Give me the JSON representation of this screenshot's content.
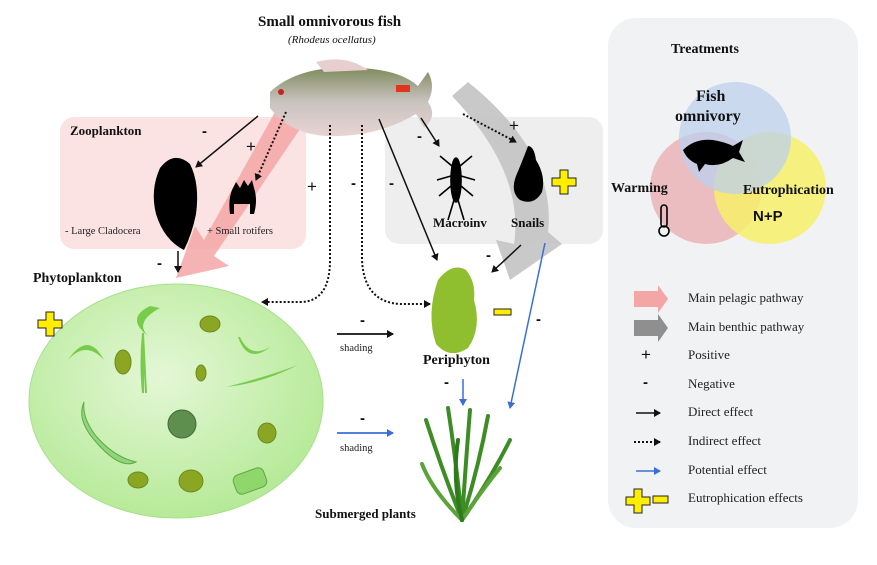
{
  "header": {
    "title": "Small omnivorous fish",
    "subtitle_open": "(",
    "subtitle_species": "Rhodeus ocellatus",
    "subtitle_close": ")"
  },
  "nodes": {
    "zooplankton": {
      "title": "Zooplankton",
      "large_cladocera": "- Large Cladocera",
      "small_rotifers": "+ Small rotifers"
    },
    "benthic": {
      "macroinv": "Macroinv",
      "snails": "Snails"
    },
    "phytoplankton": {
      "title": "Phytoplankton"
    },
    "periphyton": {
      "title": "Periphyton"
    },
    "submerged_plants": {
      "title": "Submerged plants"
    }
  },
  "effects": {
    "fish_to_cladocera": "-",
    "fish_to_rotifers": "+",
    "fish_to_phyto": "+",
    "fish_to_periphyton_indirect": "-",
    "fish_to_periphyton_direct": "-",
    "fish_to_macroinv": "-",
    "fish_to_snails": "+",
    "zoo_to_phyto": "-",
    "snails_to_periphyton": "-",
    "snails_to_plants": "-",
    "phyto_to_periphyton": "-",
    "phyto_to_periphyton_label": "shading",
    "phyto_to_plants": "-",
    "phyto_to_plants_label": "shading",
    "periphyton_to_plants": "-"
  },
  "eutrophication_marks": {
    "phytoplankton": "plus",
    "snails": "plus",
    "periphyton": "minus"
  },
  "treatments": {
    "title": "Treatments",
    "fish_omnivory_line1": "Fish",
    "fish_omnivory_line2": "omnivory",
    "warming": "Warming",
    "eutrophication": "Eutrophication",
    "nutrients": "N+P"
  },
  "legend": {
    "items": [
      {
        "symbol": "pink-arrow",
        "label": "Main pelagic pathway"
      },
      {
        "symbol": "gray-arrow",
        "label": "Main benthic pathway"
      },
      {
        "symbol": "+",
        "label": "Positive"
      },
      {
        "symbol": "-",
        "label": "Negative"
      },
      {
        "symbol": "solid-arrow",
        "label": "Direct effect"
      },
      {
        "symbol": "dotted-arrow",
        "label": "Indirect effect"
      },
      {
        "symbol": "blue-arrow",
        "label": "Potential effect"
      },
      {
        "symbol": "yellow-plus-minus",
        "label": "Eutrophication effects"
      }
    ]
  },
  "colors": {
    "pelagic_pink": "#f4a6a6",
    "zooplankton_box": "#fbe3e3",
    "benthic_gray": "#c8c8c8",
    "benthic_box": "#eeeeee",
    "panel_bg": "#f1f2f4",
    "phyto_green": "#b8ec9c",
    "eutro_yellow": "#ffee00",
    "potential_blue": "#3a6fd8",
    "venn_blue": "#bcd0ec",
    "venn_red": "#eab3b6",
    "venn_yellow": "#f7f06a"
  }
}
